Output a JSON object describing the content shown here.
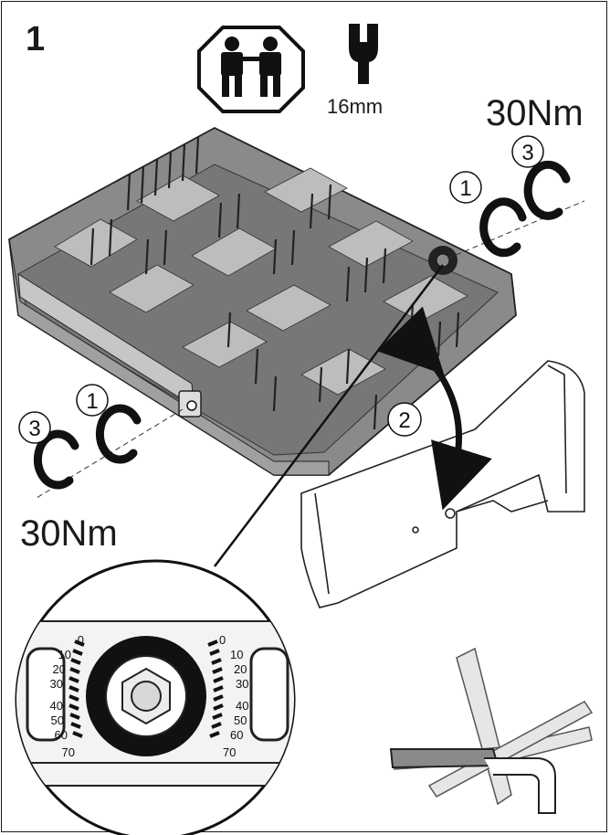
{
  "step": {
    "number": "1"
  },
  "tool": {
    "wrench_size": "16mm",
    "icon": "wrench-icon",
    "people_icon": "two-person-lift-icon"
  },
  "torque": {
    "top": "30Nm",
    "bottom": "30Nm"
  },
  "callouts": {
    "one": "1",
    "two": "2",
    "three": "3"
  },
  "scale": {
    "left_ticks": [
      "0",
      "10",
      "20",
      "30",
      "40",
      "50",
      "60",
      "70"
    ],
    "right_ticks": [
      "0",
      "10",
      "20",
      "30",
      "40",
      "50",
      "60",
      "70"
    ]
  }
}
